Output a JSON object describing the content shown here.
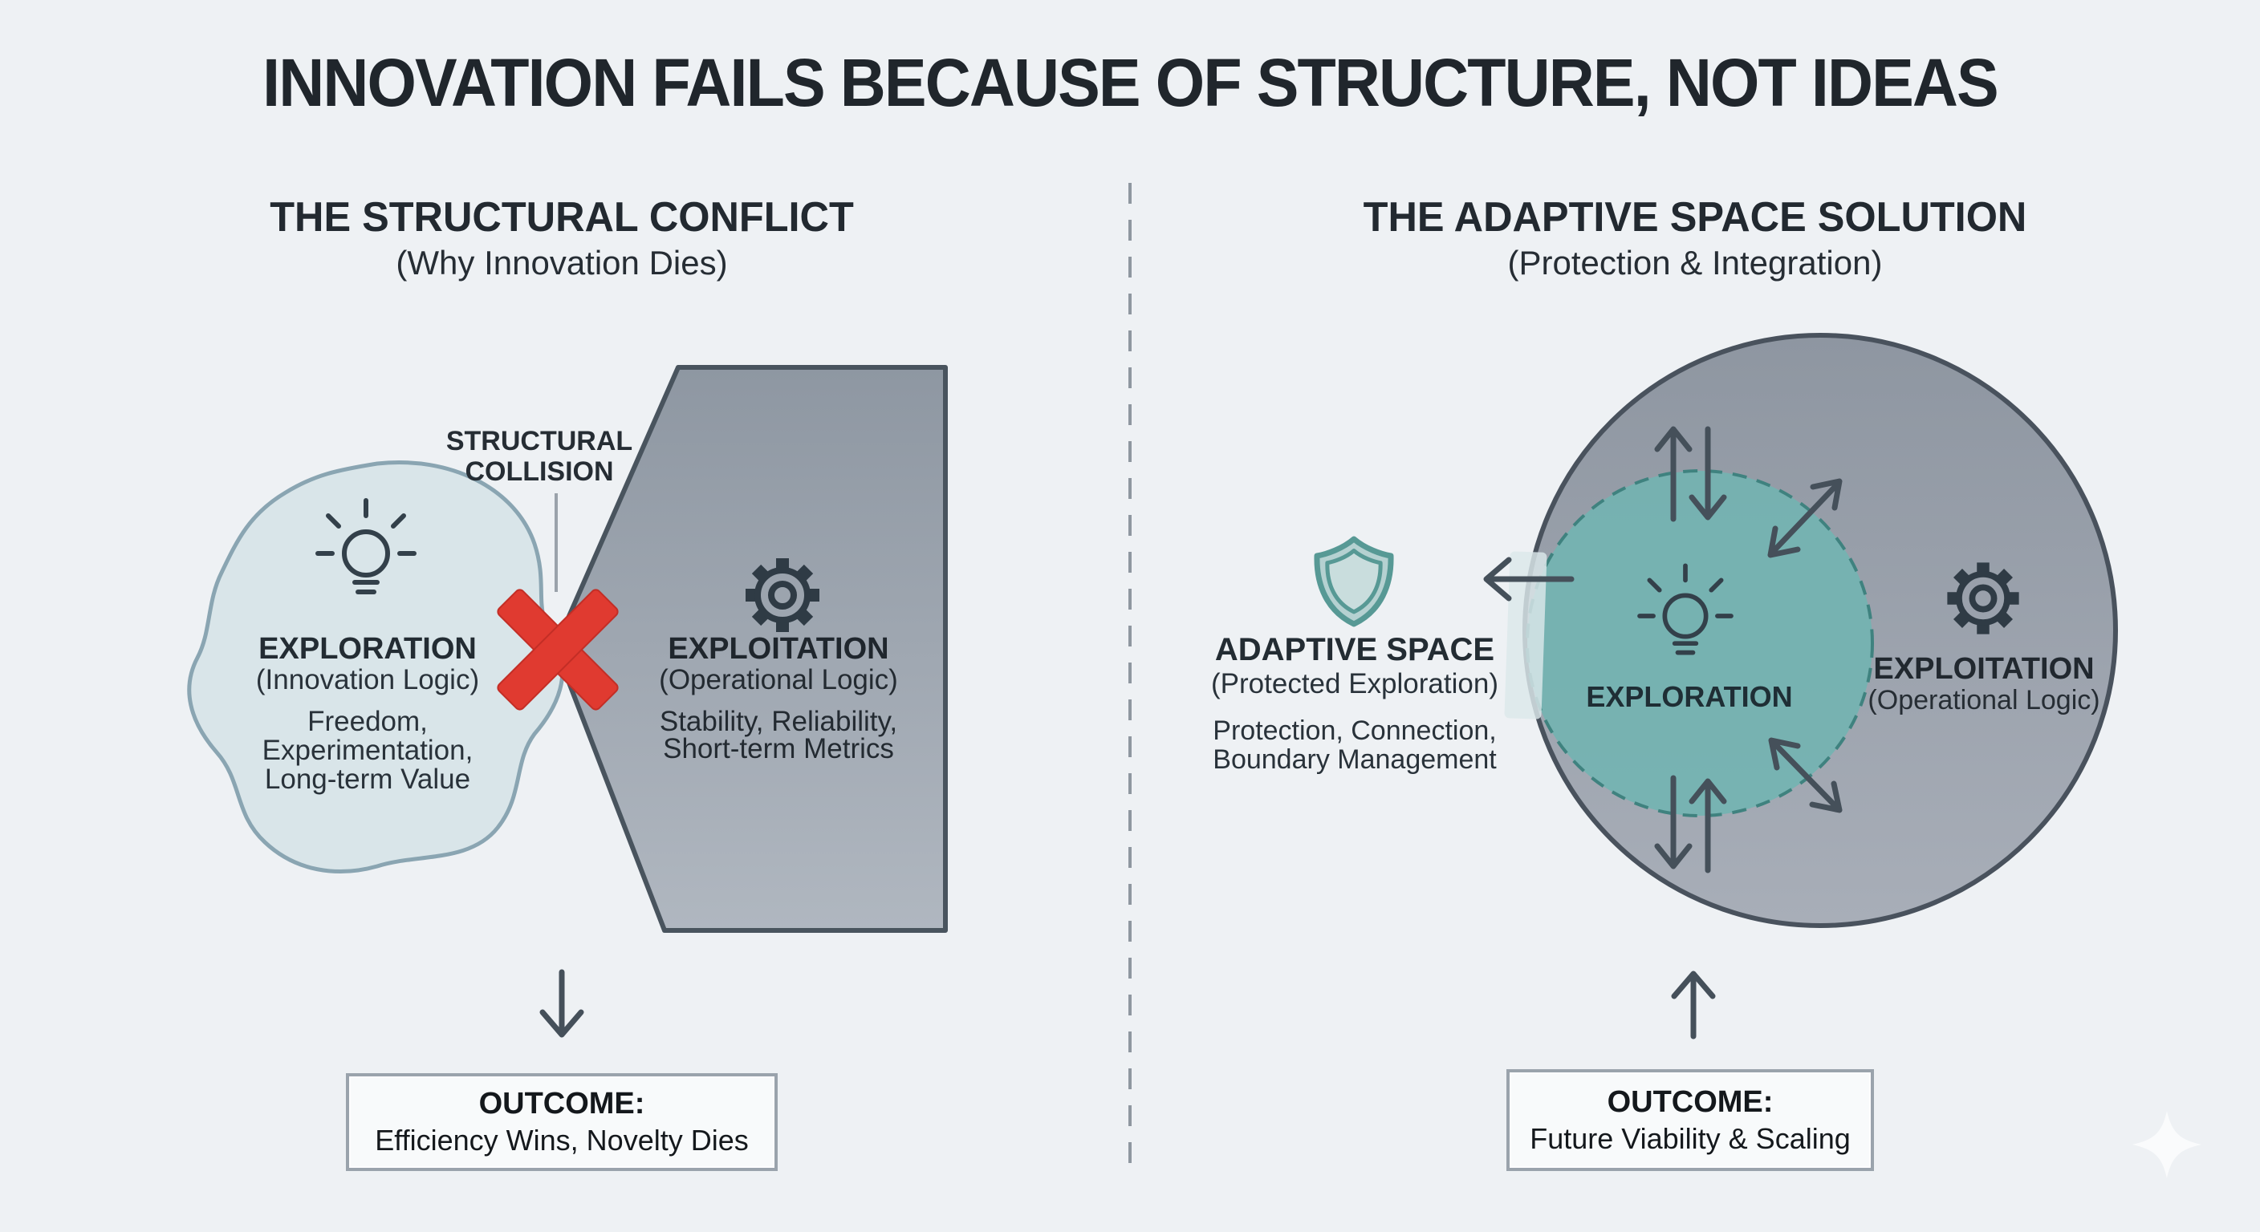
{
  "title": "INNOVATION FAILS BECAUSE OF STRUCTURE, NOT IDEAS",
  "left_panel": {
    "heading": "THE STRUCTURAL CONFLICT",
    "subheading": "(Why Innovation Dies)",
    "collision_label": {
      "line1": "STRUCTURAL",
      "line2": "COLLISION"
    },
    "exploration": {
      "name": "EXPLORATION",
      "logic": "(Innovation Logic)",
      "lines": [
        "Freedom,",
        "Experimentation,",
        "Long-term Value"
      ]
    },
    "exploitation": {
      "name": "EXPLOITATION",
      "logic": "(Operational Logic)",
      "lines": [
        "Stability, Reliability,",
        "Short-term Metrics"
      ]
    },
    "outcome": {
      "label": "OUTCOME:",
      "text": "Efficiency Wins, Novelty Dies"
    }
  },
  "right_panel": {
    "heading": "THE ADAPTIVE SPACE SOLUTION",
    "subheading": "(Protection & Integration)",
    "adaptive_space": {
      "name": "ADAPTIVE SPACE",
      "logic": "(Protected Exploration)",
      "lines": [
        "Protection, Connection,",
        "Boundary Management"
      ]
    },
    "exploration_label": "EXPLORATION",
    "exploitation": {
      "name": "EXPLOITATION",
      "logic": "(Operational Logic)"
    },
    "outcome": {
      "label": "OUTCOME:",
      "text": "Future Viability & Scaling"
    }
  },
  "icons": {
    "exploration": "lightbulb-icon",
    "exploitation": "gear-icon",
    "adaptive_space": "shield-icon",
    "collision": "red-x-icon",
    "corner": "sparkle-icon"
  },
  "colors": {
    "bg": "#eef1f4",
    "red": "#e03a30",
    "teal": "#72b4b1",
    "teal-stroke": "#3f827f",
    "blob-fill": "#d9e5e9",
    "blob-stroke": "#8aa5b2",
    "arrow": "#45505a",
    "box-border": "#9aa3ac"
  }
}
